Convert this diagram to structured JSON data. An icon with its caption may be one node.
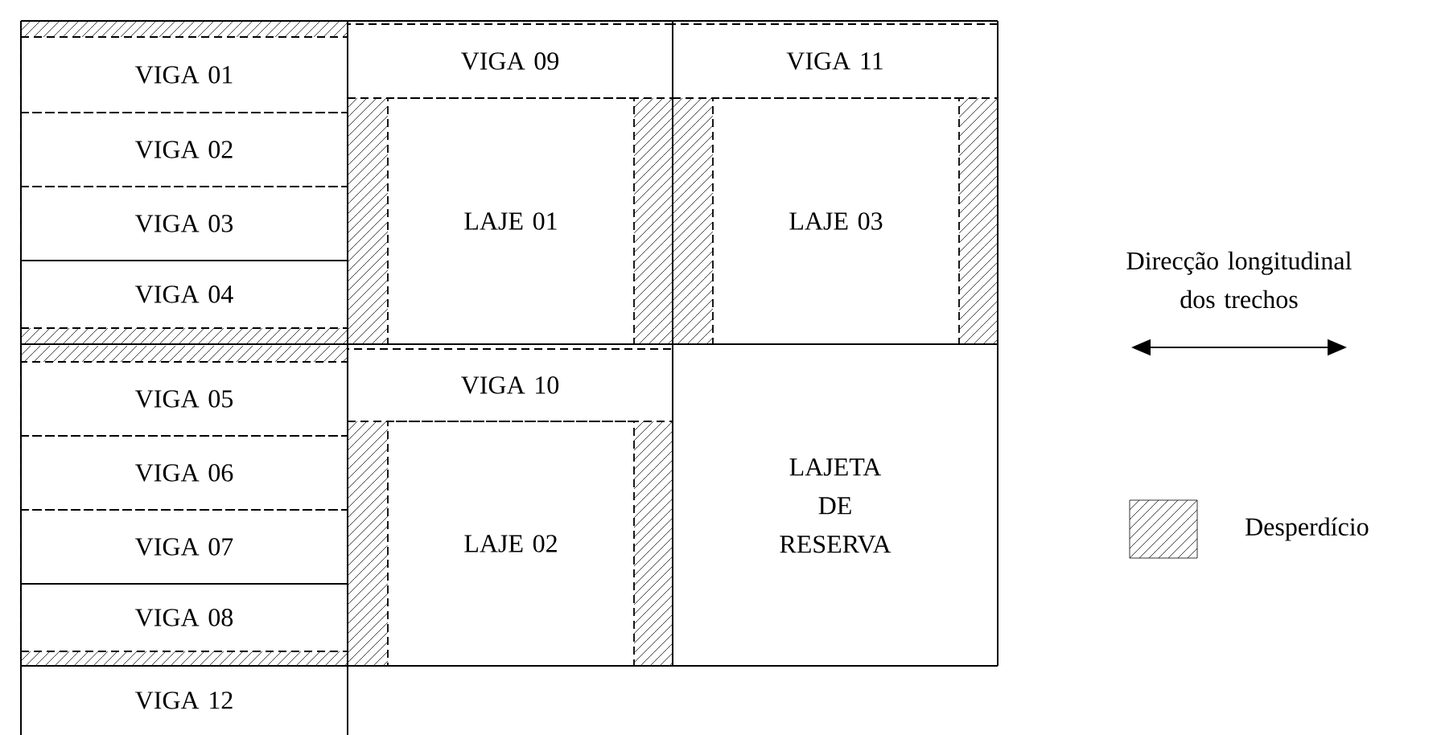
{
  "diagram": {
    "nodes": [
      {
        "text": [
          "VIGA 01"
        ]
      },
      {
        "text": [
          "VIGA 09"
        ]
      },
      {
        "text": [
          "VIGA 11"
        ]
      },
      {
        "text": [
          "VIGA 02"
        ]
      },
      {
        "text": [
          "LAJE 01"
        ]
      },
      {
        "text": [
          "LAJE 03"
        ]
      },
      {
        "text": [
          "VIGA 03"
        ]
      },
      {
        "text": [
          "VIGA 04"
        ]
      },
      {
        "text": [
          "VIGA 05"
        ]
      },
      {
        "text": [
          "VIGA 10"
        ]
      },
      {
        "text": [
          "LAJETA DE RESERVA"
        ]
      },
      {
        "text": [
          "VIGA 06"
        ]
      },
      {
        "text": [
          "LAJE 02"
        ]
      },
      {
        "text": [
          "VIGA 07"
        ]
      },
      {
        "text": [
          "VIGA 08"
        ]
      },
      {
        "text": [
          "VIGA 12"
        ]
      }
    ],
    "labels": [
      "Direcção longitudinal dos trechos"
    ],
    "legend": [
      {
        "text": "Desperdício"
      }
    ]
  }
}
